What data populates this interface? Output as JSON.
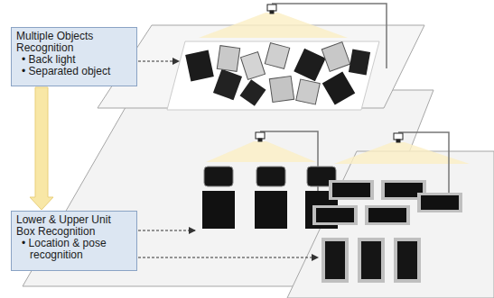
{
  "diagram": {
    "nodes": [
      {
        "text": [
          "Multiple Objects Recognition",
          "• Back light",
          "• Separated object"
        ]
      },
      {
        "text": [
          "Lower & Upper Unit Box Recognition",
          "• Location & pose recognition"
        ]
      }
    ],
    "edges": [
      {
        "from": 0,
        "to": 1,
        "arrow": "to"
      }
    ]
  }
}
